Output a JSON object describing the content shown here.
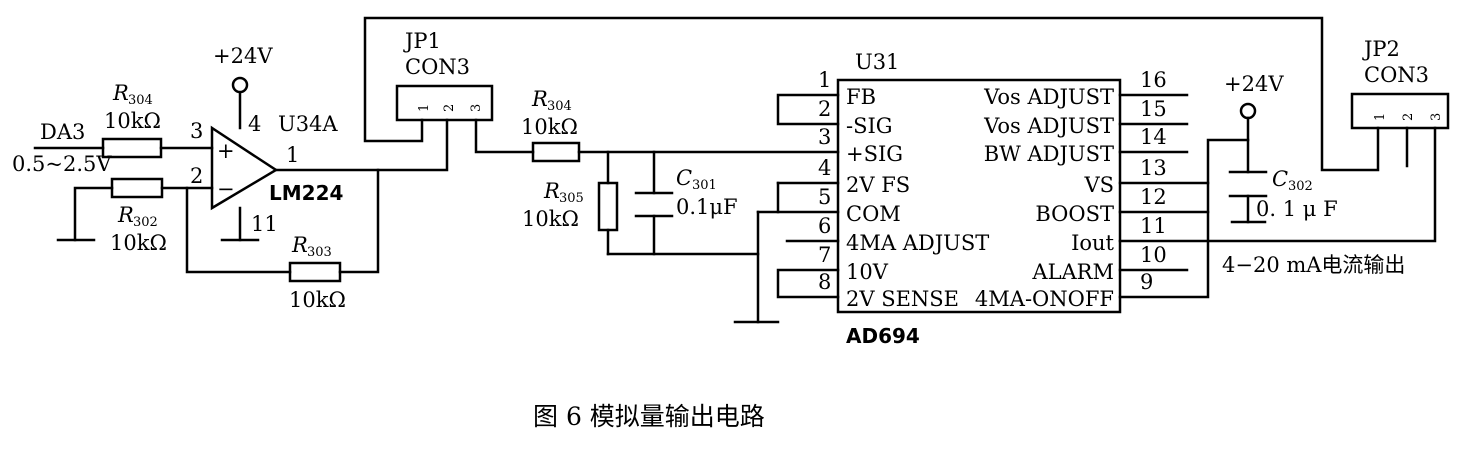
{
  "labels": {
    "da3": "DA3",
    "input_range": "0.5~2.5V",
    "plus24_left": "+24V",
    "plus24_right": "+24V",
    "op_ref": "U34A",
    "op_part": "LM224",
    "op_pin_noninv": "3",
    "op_pin_inv": "2",
    "op_pin_vcc": "4",
    "op_pin_gnd": "11",
    "op_pin_out": "1",
    "op_plus": "+",
    "op_minus": "−",
    "jp1_ref": "JP1",
    "jp1_part": "CON3",
    "jp2_ref": "JP2",
    "jp2_part": "CON3",
    "u31_ref": "U31",
    "u31_part": "AD694",
    "output_label": "4−20 mA电流输出"
  },
  "connector_pins": [
    "1",
    "2",
    "3"
  ],
  "components": {
    "r304_left": {
      "letter": "R",
      "sub": "304",
      "value": "10kΩ"
    },
    "r302": {
      "letter": "R",
      "sub": "302",
      "value": "10kΩ"
    },
    "r303": {
      "letter": "R",
      "sub": "303",
      "value": "10kΩ"
    },
    "r304_mid": {
      "letter": "R",
      "sub": "304",
      "value": "10kΩ"
    },
    "r305": {
      "letter": "R",
      "sub": "305",
      "value": "10kΩ"
    },
    "c301": {
      "letter": "C",
      "sub": "301",
      "value": "0.1μF"
    },
    "c302": {
      "letter": "C",
      "sub": "302",
      "value": "0. 1 μ F"
    }
  },
  "ic_left_pins": [
    {
      "num": "1",
      "name": "FB"
    },
    {
      "num": "2",
      "name": "-SIG"
    },
    {
      "num": "3",
      "name": "+SIG"
    },
    {
      "num": "4",
      "name": "2V FS"
    },
    {
      "num": "5",
      "name": "COM"
    },
    {
      "num": "6",
      "name": "4MA ADJUST"
    },
    {
      "num": "7",
      "name": "10V"
    },
    {
      "num": "8",
      "name": "2V SENSE"
    }
  ],
  "ic_right_pins": [
    {
      "num": "16",
      "name": "Vos ADJUST"
    },
    {
      "num": "15",
      "name": "Vos ADJUST"
    },
    {
      "num": "14",
      "name": "BW ADJUST"
    },
    {
      "num": "13",
      "name": "VS"
    },
    {
      "num": "12",
      "name": "BOOST"
    },
    {
      "num": "11",
      "name": "Iout"
    },
    {
      "num": "10",
      "name": "ALARM"
    },
    {
      "num": "9",
      "name": "4MA-ONOFF"
    }
  ],
  "caption": "图 6  模拟量输出电路"
}
